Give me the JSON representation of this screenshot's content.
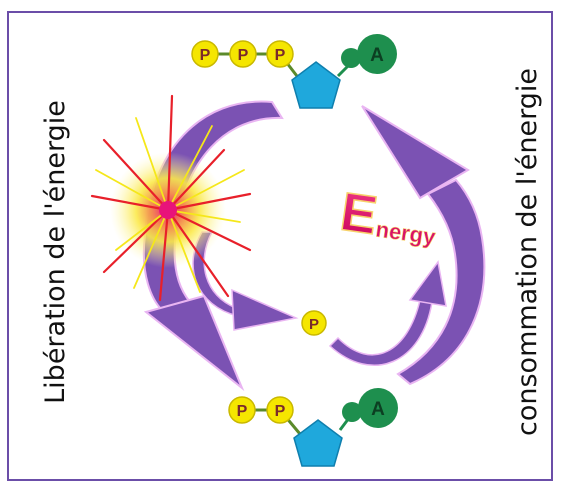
{
  "diagram": {
    "left_label": "Libération de l'énergie",
    "right_label": "consommation de l'énergie",
    "energy_initial": "E",
    "energy_rest": "nergy",
    "phosphate_letter": "P",
    "adenine_letter": "A"
  },
  "colors": {
    "frame": "#6b4ea8",
    "arrow": "#7b52b3",
    "arrow_edge": "#e9b5f2",
    "phosphate": "#f5e600",
    "adenine": "#1e8f4e",
    "ribose": "#1fa8dc",
    "burst_red": "#e8202a",
    "burst_yellow": "#f5e71a",
    "energy_text": "#e0106e"
  }
}
